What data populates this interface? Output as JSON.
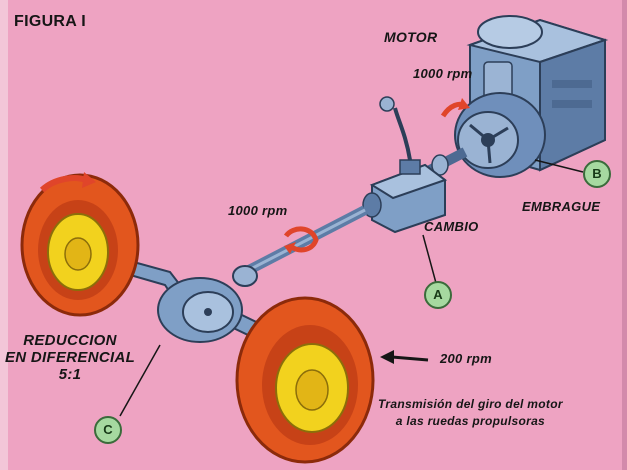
{
  "figure": {
    "title": "FIGURA I",
    "labels": {
      "motor": "MOTOR",
      "rpm_motor": "1000 rpm",
      "rpm_shaft": "1000 rpm",
      "embrague": "EMBRAGUE",
      "cambio": "CAMBIO",
      "reduccion_line1": "REDUCCION",
      "reduccion_line2": "EN DIFERENCIAL",
      "reduccion_line3": "5:1",
      "rpm_wheel": "200 rpm"
    },
    "badges": {
      "a": "A",
      "b": "B",
      "c": "C"
    },
    "caption_line1": "Transmisión del giro del motor",
    "caption_line2": "a las ruedas propulsoras"
  },
  "colors": {
    "background": "#eea3c2",
    "metal": "#7f9fc6",
    "metal_dark": "#4d6a92",
    "tire": "#e2561e",
    "hub": "#f2d21e",
    "arrow": "#e0452a",
    "badge": "#a6d9a0"
  }
}
